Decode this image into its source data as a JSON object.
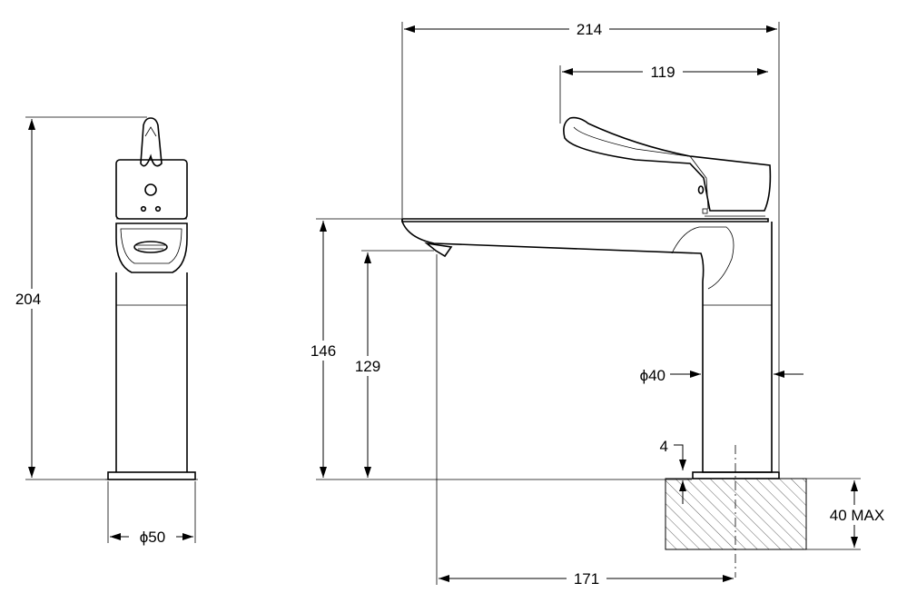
{
  "dimensions": {
    "height_total": "204",
    "base_diameter": "ϕ50",
    "width_total": "214",
    "lever_length": "119",
    "spout_height": "146",
    "outlet_height": "129",
    "body_diameter": "ϕ40",
    "gasket_thickness": "4",
    "counter_thickness": "40 MAX",
    "reach": "171"
  },
  "colors": {
    "line": "#000000",
    "background": "#ffffff"
  }
}
